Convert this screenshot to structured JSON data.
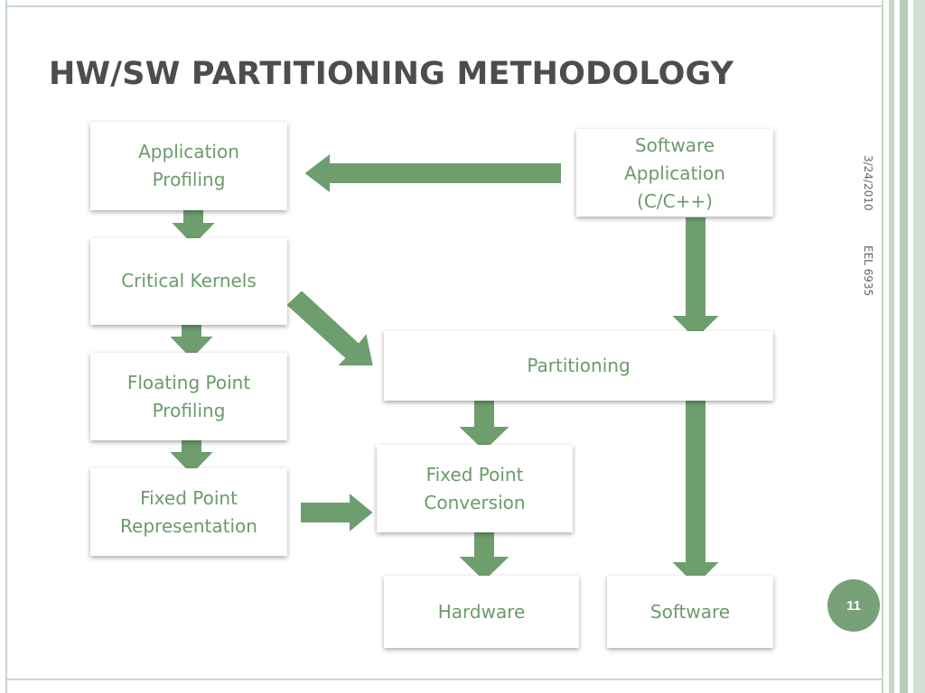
{
  "slide": {
    "title": "HW/SW PARTITIONING METHODOLOGY",
    "date": "3/24/2010",
    "course": "EEL 6935",
    "page_number": "11"
  },
  "diagram": {
    "nodes": {
      "app_profiling": [
        "Application",
        "Profiling"
      ],
      "critical_kernels": [
        "Critical Kernels"
      ],
      "float_profiling": [
        "Floating Point",
        "Profiling"
      ],
      "fixed_repr": [
        "Fixed Point",
        "Representation"
      ],
      "sw_application": [
        "Software",
        "Application",
        "(C/C++)"
      ],
      "partitioning": [
        "Partitioning"
      ],
      "fixed_conversion": [
        "Fixed Point",
        "Conversion"
      ],
      "hardware": [
        "Hardware"
      ],
      "software": [
        "Software"
      ]
    }
  },
  "colors": {
    "arrow": "#6e9e6e",
    "arrow_edge": "#ffffff",
    "text": "#6b9b6b",
    "frame": "#c7d7c7",
    "badge": "#79a179"
  }
}
